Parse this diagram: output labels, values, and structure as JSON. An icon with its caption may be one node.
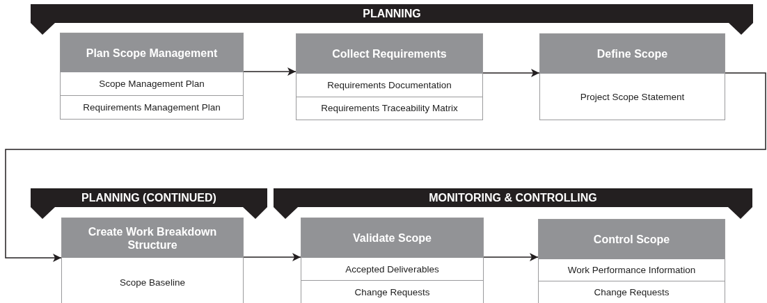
{
  "diagram": {
    "nodes": [
      {
        "text": [
          "PLANNING"
        ]
      },
      {
        "text": [
          "Plan Scope Management",
          "Scope Management Plan",
          "Requirements Management Plan"
        ]
      },
      {
        "text": [
          "Collect Requirements",
          "Requirements Documentation",
          "Requirements Traceability Matrix"
        ]
      },
      {
        "text": [
          "Define Scope",
          "Project Scope Statement"
        ]
      },
      {
        "text": [
          "PLANNING (CONTINUED)"
        ]
      },
      {
        "text": [
          "Create Work Breakdown Structure",
          "Scope Baseline"
        ]
      },
      {
        "text": [
          "MONITORING & CONTROLLING"
        ]
      },
      {
        "text": [
          "Validate Scope",
          "Accepted Deliverables",
          "Change Requests"
        ]
      },
      {
        "text": [
          "Control Scope",
          "Work Performance Information",
          "Change Requests"
        ]
      }
    ],
    "edges": [
      {
        "from": 1,
        "to": 2,
        "arrow": "to"
      },
      {
        "from": 2,
        "to": 3,
        "arrow": "to"
      },
      {
        "from": 3,
        "to": 5,
        "arrow": "to"
      },
      {
        "from": 5,
        "to": 7,
        "arrow": "to"
      },
      {
        "from": 7,
        "to": 8,
        "arrow": "to"
      }
    ]
  }
}
